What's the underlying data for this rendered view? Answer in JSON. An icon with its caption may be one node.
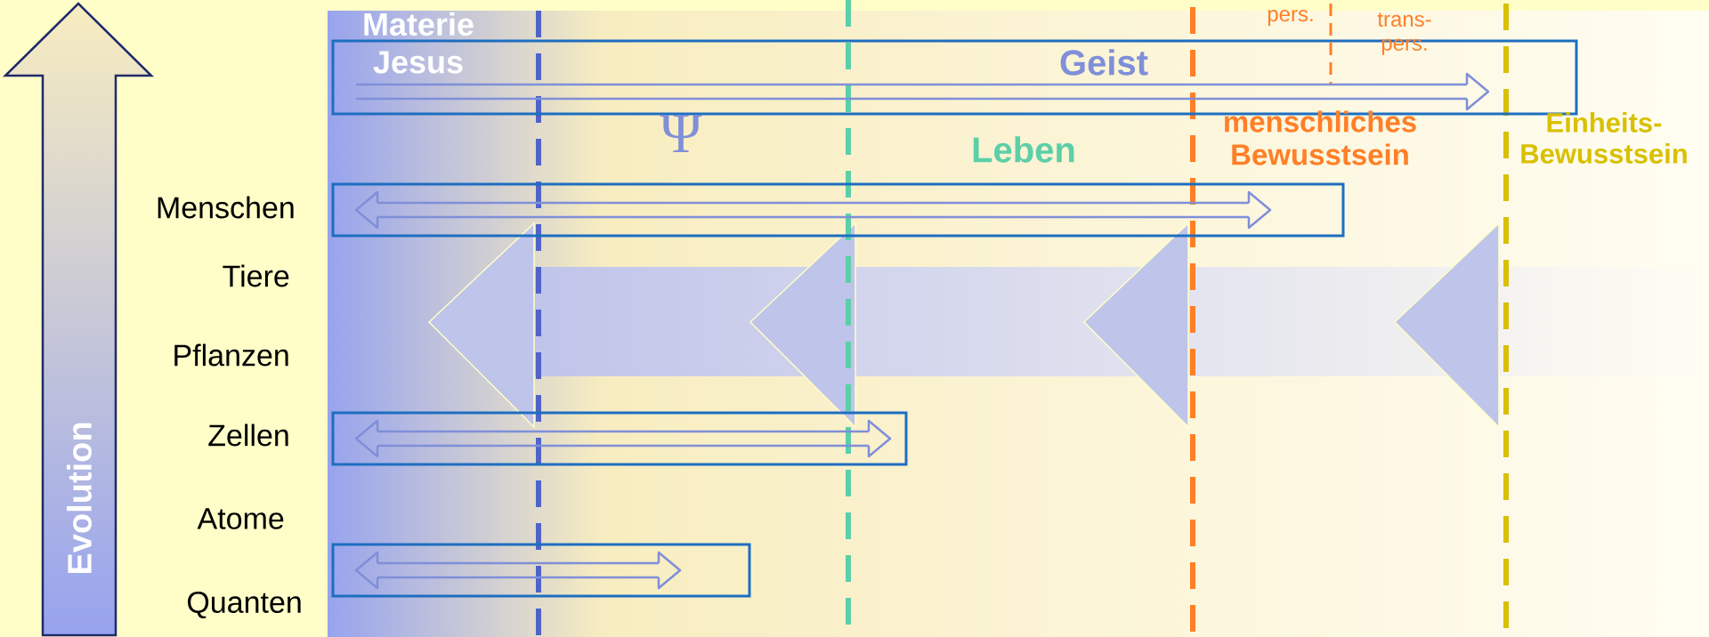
{
  "diagram": {
    "labels": [
      "pers.",
      "trans-pers.",
      "Materie",
      "Jesus",
      "Geist",
      "Ψ",
      "Leben",
      "menschliches Bewusstsein",
      "Einheits-Bewusstsein",
      "Menschen",
      "Tiere",
      "Pflanzen",
      "Zellen",
      "Atome",
      "Quanten",
      "Evolution"
    ]
  }
}
